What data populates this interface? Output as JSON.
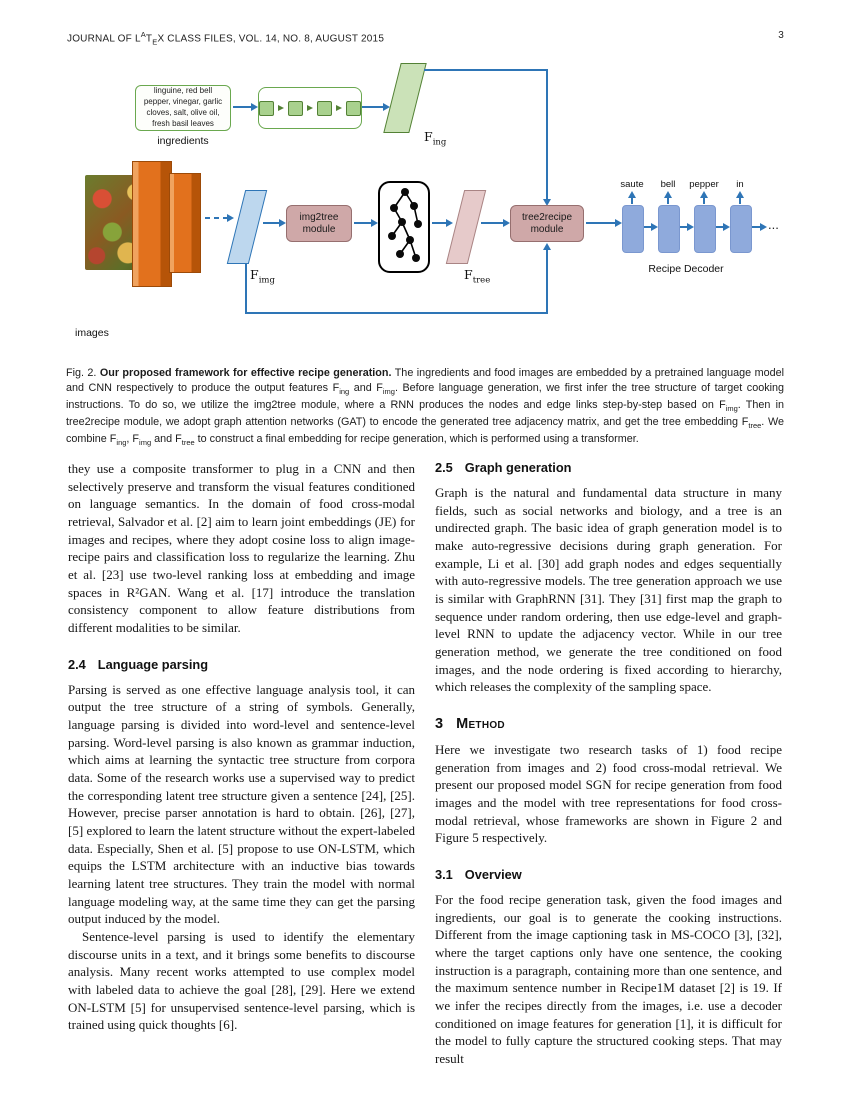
{
  "header": {
    "journal_segments": [
      {
        "t": "JOURNAL OF L"
      },
      {
        "sup": "A"
      },
      {
        "t": "T"
      },
      {
        "sub": "E"
      },
      {
        "t": "X CLASS FILES, VOL. 14, NO. 8, AUGUST 2015"
      }
    ],
    "page_number": "3"
  },
  "figure": {
    "ingredients_text": "linguine, red bell pepper, vinegar, garlic cloves, salt, olive oil, fresh basil leaves",
    "ingredients_label": "ingredients",
    "images_label": "images",
    "f_ing": [
      {
        "t": "F"
      },
      {
        "sub": "ing"
      }
    ],
    "f_img": [
      {
        "t": "F"
      },
      {
        "sub": "img"
      }
    ],
    "f_tree": [
      {
        "t": "F"
      },
      {
        "sub": "tree"
      }
    ],
    "img2tree": {
      "line1": "img2tree",
      "line2": "module"
    },
    "tree2recipe": {
      "line1": "tree2recipe",
      "line2": "module"
    },
    "decoder_words": [
      "saute",
      "bell",
      "pepper",
      "in"
    ],
    "decoder_ellipsis": "...",
    "decoder_label": "Recipe Decoder"
  },
  "caption": {
    "segments": [
      {
        "t": "Fig. 2. "
      },
      {
        "b": true,
        "t": "Our proposed framework for effective recipe generation."
      },
      {
        "t": " The ingredients and food images are embedded by a pretrained language model and CNN respectively to produce the output features F"
      },
      {
        "sub": "ing"
      },
      {
        "t": " and F"
      },
      {
        "sub": "img"
      },
      {
        "t": ". Before language generation, we first infer the tree structure of target cooking instructions. To do so, we utilize the img2tree module, where a RNN produces the nodes and edge links step-by-step based on F"
      },
      {
        "sub": "img"
      },
      {
        "t": ". Then in tree2recipe module, we adopt graph attention networks (GAT) to encode the generated tree adjacency matrix, and get the tree embedding F"
      },
      {
        "sub": "tree"
      },
      {
        "t": ". We combine F"
      },
      {
        "sub": "ing"
      },
      {
        "t": ", F"
      },
      {
        "sub": "img"
      },
      {
        "t": " and F"
      },
      {
        "sub": "tree"
      },
      {
        "t": " to construct a final embedding for recipe generation, which is performed using a transformer."
      }
    ]
  },
  "left": {
    "p1": "they use a composite transformer to plug in a CNN and then selectively preserve and transform the visual features conditioned on language semantics. In the domain of food cross-modal retrieval, Salvador et al. [2] aim to learn joint embeddings (JE) for images and recipes, where they adopt cosine loss to align image-recipe pairs and classification loss to regularize the learning. Zhu et al. [23] use two-level ranking loss at embedding and image spaces in R²GAN. Wang et al. [17] introduce the translation consistency component to allow feature distributions from different modalities to be similar.",
    "h24": {
      "num": "2.4",
      "title": "Language parsing"
    },
    "p2": "Parsing is served as one effective language analysis tool, it can output the tree structure of a string of symbols. Generally, language parsing is divided into word-level and sentence-level parsing. Word-level parsing is also known as grammar induction, which aims at learning the syntactic tree structure from corpora data. Some of the research works use a supervised way to predict the corresponding latent tree structure given a sentence [24], [25]. However, precise parser annotation is hard to obtain. [26], [27], [5] explored to learn the latent structure without the expert-labeled data. Especially, Shen et al. [5] propose to use ON-LSTM, which equips the LSTM architecture with an inductive bias towards learning latent tree structures. They train the model with normal language modeling way, at the same time they can get the parsing output induced by the model.",
    "p3": "Sentence-level parsing is used to identify the elementary discourse units in a text, and it brings some benefits to discourse analysis. Many recent works attempted to use complex model with labeled data to achieve the goal [28], [29]. Here we extend ON-LSTM [5] for unsupervised sentence-level parsing, which is trained using quick thoughts [6]."
  },
  "right": {
    "h25": {
      "num": "2.5",
      "title": "Graph generation"
    },
    "p_graph": "Graph is the natural and fundamental data structure in many fields, such as social networks and biology, and a tree is an undirected graph. The basic idea of graph generation model is to make auto-regressive decisions during graph generation. For example, Li et al. [30] add graph nodes and edges sequentially with auto-regressive models. The tree generation approach we use is similar with GraphRNN [31]. They [31] first map the graph to sequence under random ordering, then use edge-level and graph-level RNN to update the adjacency vector. While in our tree generation method, we generate the tree conditioned on food images, and the node ordering is fixed according to hierarchy, which releases the complexity of the sampling space.",
    "h3": {
      "num": "3",
      "title": "Method"
    },
    "p_method": "Here we investigate two research tasks of 1) food recipe generation from images and 2) food cross-modal retrieval. We present our proposed model SGN for recipe generation from food images and the model with tree representations for food cross-modal retrieval, whose frameworks are shown in Figure 2 and Figure 5 respectively.",
    "h31": {
      "num": "3.1",
      "title": "Overview"
    },
    "p_overview": "For the food recipe generation task, given the food images and ingredients, our goal is to generate the cooking instructions. Different from the image captioning task in MS-COCO [3], [32], where the target captions only have one sentence, the cooking instruction is a paragraph, containing more than one sentence, and the maximum sentence number in Recipe1M dataset [2] is 19. If we infer the recipes directly from the images, i.e. use a decoder conditioned on image features for generation [1], it is difficult for the model to fully capture the structured cooking steps. That may result"
  },
  "colors": {
    "arrow_blue": "#2e75b6",
    "green_border": "#538135",
    "green_fill": "#cbe2b8",
    "orange_cnn": "#e2711d",
    "blue_feature_fill": "#bdd7ee",
    "pink_module_fill": "#cfa8a8",
    "pink_feature_fill": "#e6caca",
    "decoder_box_fill": "#8faadc"
  }
}
